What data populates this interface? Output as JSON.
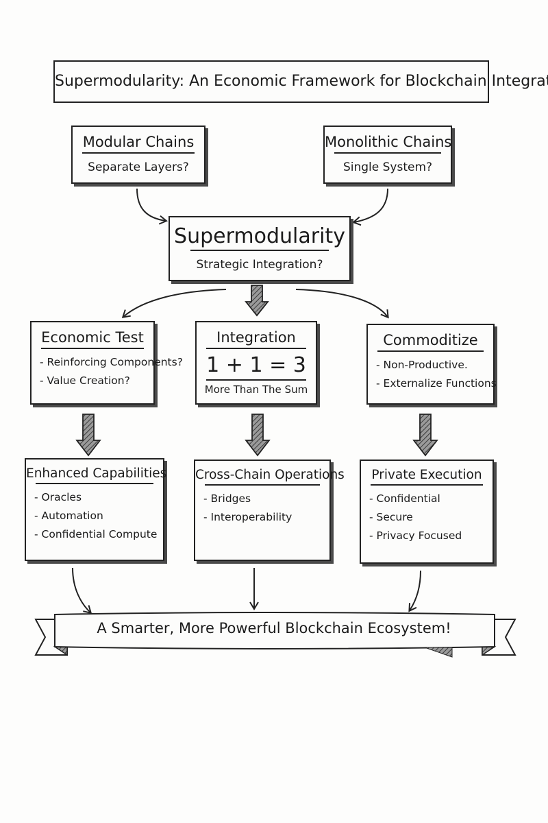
{
  "title": "Supermodularity: An Economic Framework for Blockchain Integration",
  "top_left": {
    "title": "Modular Chains",
    "subtitle": "Separate Layers?"
  },
  "top_right": {
    "title": "Monolithic Chains",
    "subtitle": "Single System?"
  },
  "center": {
    "title": "Supermodularity",
    "subtitle": "Strategic Integration?"
  },
  "economic_test": {
    "title": "Economic Test",
    "items": [
      "- Reinforcing Components?",
      "- Value Creation?"
    ]
  },
  "integration": {
    "title": "Integration",
    "equation": "1 + 1 = 3",
    "caption": "More Than The Sum"
  },
  "commoditize": {
    "title": "Commoditize",
    "items": [
      "- Non-Productive.",
      "- Externalize Functions"
    ]
  },
  "enhanced": {
    "title": "Enhanced Capabilities",
    "items": [
      "- Oracles",
      "- Automation",
      "- Confidential Compute"
    ]
  },
  "cross_chain": {
    "title": "Cross-Chain Operations",
    "items": [
      "- Bridges",
      "- Interoperability"
    ]
  },
  "private_exec": {
    "title": "Private Execution",
    "items": [
      "- Confidential",
      "- Secure",
      "- Privacy Focused"
    ]
  },
  "banner": "A Smarter, More Powerful Blockchain Ecosystem!"
}
